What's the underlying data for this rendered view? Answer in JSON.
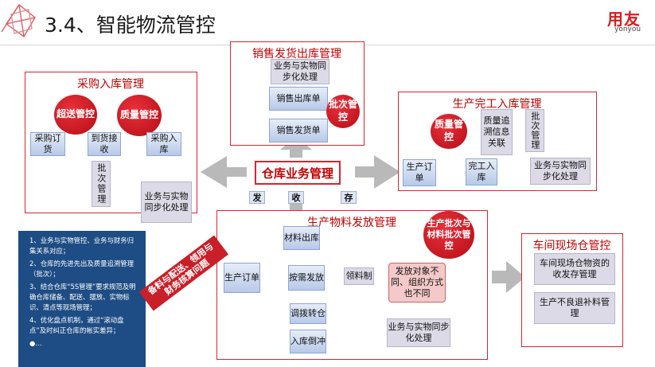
{
  "header": {
    "title": "3.4、智能物流管控",
    "logo_main": "用友",
    "logo_sub": "yonyou"
  },
  "colors": {
    "panel_border": "#d7262e",
    "circle": "#c91f28",
    "box": "#b8c9e8",
    "note_bg": "#1e4c84"
  },
  "center": {
    "label": "仓库业务管理",
    "actions": [
      "发",
      "收",
      "存"
    ]
  },
  "sales": {
    "title": "销售发货出库管理",
    "sync": "业务与实物同步化处理",
    "outbound": "销售出库单",
    "shipping": "销售发货单",
    "batch": "批次管控"
  },
  "purchase": {
    "title": "采购入库管理",
    "c1": "超送管控",
    "c2": "质量管控",
    "order": "采购订货",
    "receive": "到货接收",
    "inbound": "采购入库",
    "batch": "批次管理",
    "sync": "业务与实物同步化处理"
  },
  "production_in": {
    "title": "生产完工入库管理",
    "quality": "质量管控",
    "trace": "质量追溯信息关联",
    "batch": "批次管理",
    "order": "生产订单",
    "finish": "完工入库",
    "sync": "业务与实物同步化处理"
  },
  "material": {
    "title": "生产物料发放管理",
    "badge": "生产批次与材料批次管控",
    "out": "材料出库",
    "order": "生产订单",
    "on_demand": "按需发放",
    "pick": "领料制",
    "diff": "发放对象不同、组织方式也不同",
    "transfer": "调拨转仓",
    "offset": "入库倒冲",
    "sync": "业务与实物同步化处理"
  },
  "workshop": {
    "title": "车间现场仓管控",
    "item1": "车间现场仓物资的收发存管理",
    "item2": "生产不良退补料管理"
  },
  "ribbon": "备料与配送、领用与 财务核算问题",
  "notes": [
    "1、业务与实物管控、业务与财务归集关系对应；",
    "2、仓库的先进先出及质量追溯管理（批次）；",
    "3、结合仓库“5S管理”要求规范及明确仓库储备、配送、摆放、实物标识、清点等现场管理；",
    "4、优化盘点机制，通过“滚动盘点”及时纠正仓库的帐实差异；",
    "●…"
  ]
}
